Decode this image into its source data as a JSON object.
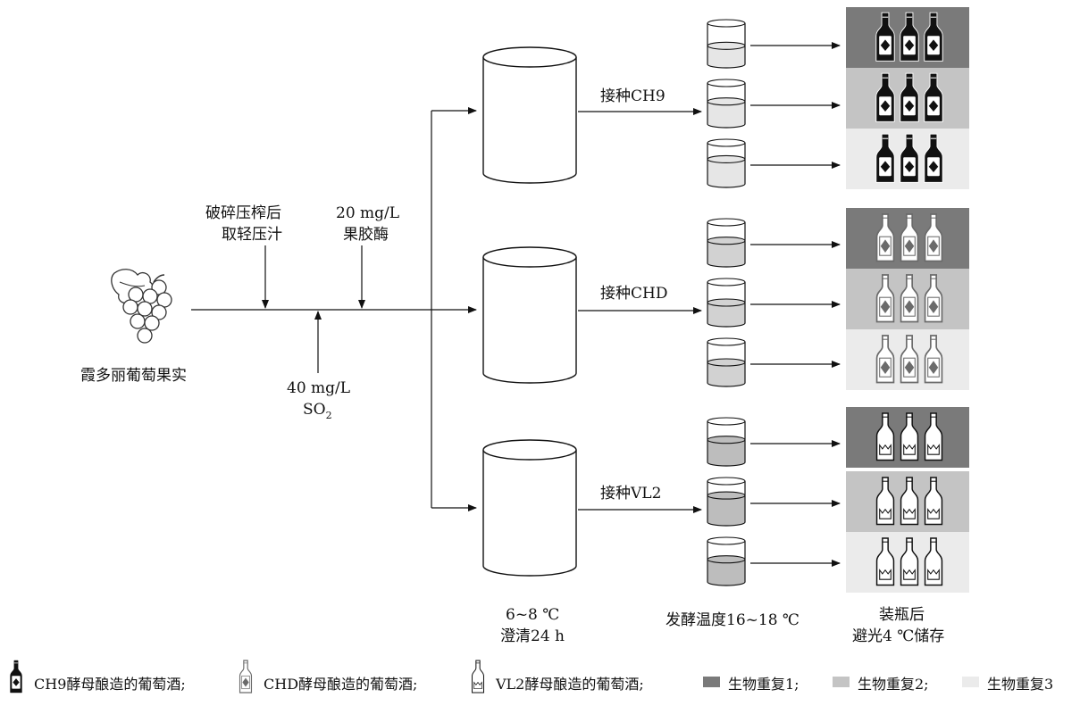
{
  "labels": {
    "grape": "霞多丽葡萄果实",
    "crush_line1": "破碎压榨后",
    "crush_line2": "取轻压汁",
    "pectinase_line1": "20 mg/L",
    "pectinase_line2": "果胶酶",
    "so2_line1": "40 mg/L",
    "so2_base": "SO",
    "so2_sub": "2",
    "inoculate_1": "接种CH9",
    "inoculate_2": "接种CHD",
    "inoculate_3": "接种VL2",
    "clarify_line1": "6~8 ℃",
    "clarify_line2": "澄清24 h",
    "ferment": "发酵温度16~18 ℃",
    "bottle_line1": "装瓶后",
    "bottle_line2": "避光4 ℃储存"
  },
  "legend": {
    "ch9": "CH9酵母酿造的葡萄酒;",
    "chd": "CHD酵母酿造的葡萄酒;",
    "vl2": "VL2酵母酿造的葡萄酒;",
    "rep1": "生物重复1;",
    "rep2": "生物重复2;",
    "rep3": "生物重复3"
  },
  "colors": {
    "rep1": "#7a7a7a",
    "rep2": "#c4c4c4",
    "rep3": "#ebebeb",
    "ch9_bottle": "#111111",
    "chd_bottle": "#6b6b6b",
    "vl2_bottle": "#ffffff",
    "juice_light": "#e6e6e6",
    "juice_mid": "#d2d2d2",
    "juice_dark": "#bdbdbd"
  }
}
